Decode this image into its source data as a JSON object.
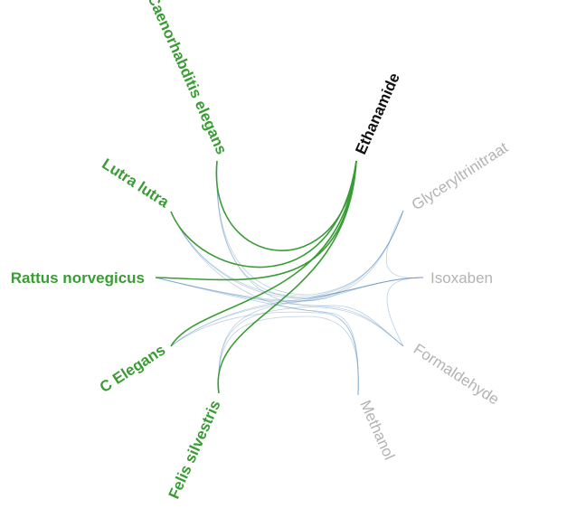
{
  "colors": {
    "highlight_edge": "#3a9c34",
    "highlight_label": "#3a9c34",
    "selected_label": "#111111",
    "faded_label": "#b3b3b3",
    "faded_edge": "#6b96c4"
  },
  "nodes": {
    "caenorhabditis_elegans": "Caenorhabditis elegans",
    "lutra_lutra": "Lutra lutra",
    "rattus_norvegicus": "Rattus norvegicus",
    "c_elegans": "C Elegans",
    "felis_silvestris": "Felis silvestris",
    "ethanamide": "Ethanamide",
    "glyceryltrinitraat": "Glyceryltrinitraat",
    "isoxaben": "Isoxaben",
    "formaldehyde": "Formaldehyde",
    "methanol": "Methanol"
  },
  "selected_node": "ethanamide"
}
